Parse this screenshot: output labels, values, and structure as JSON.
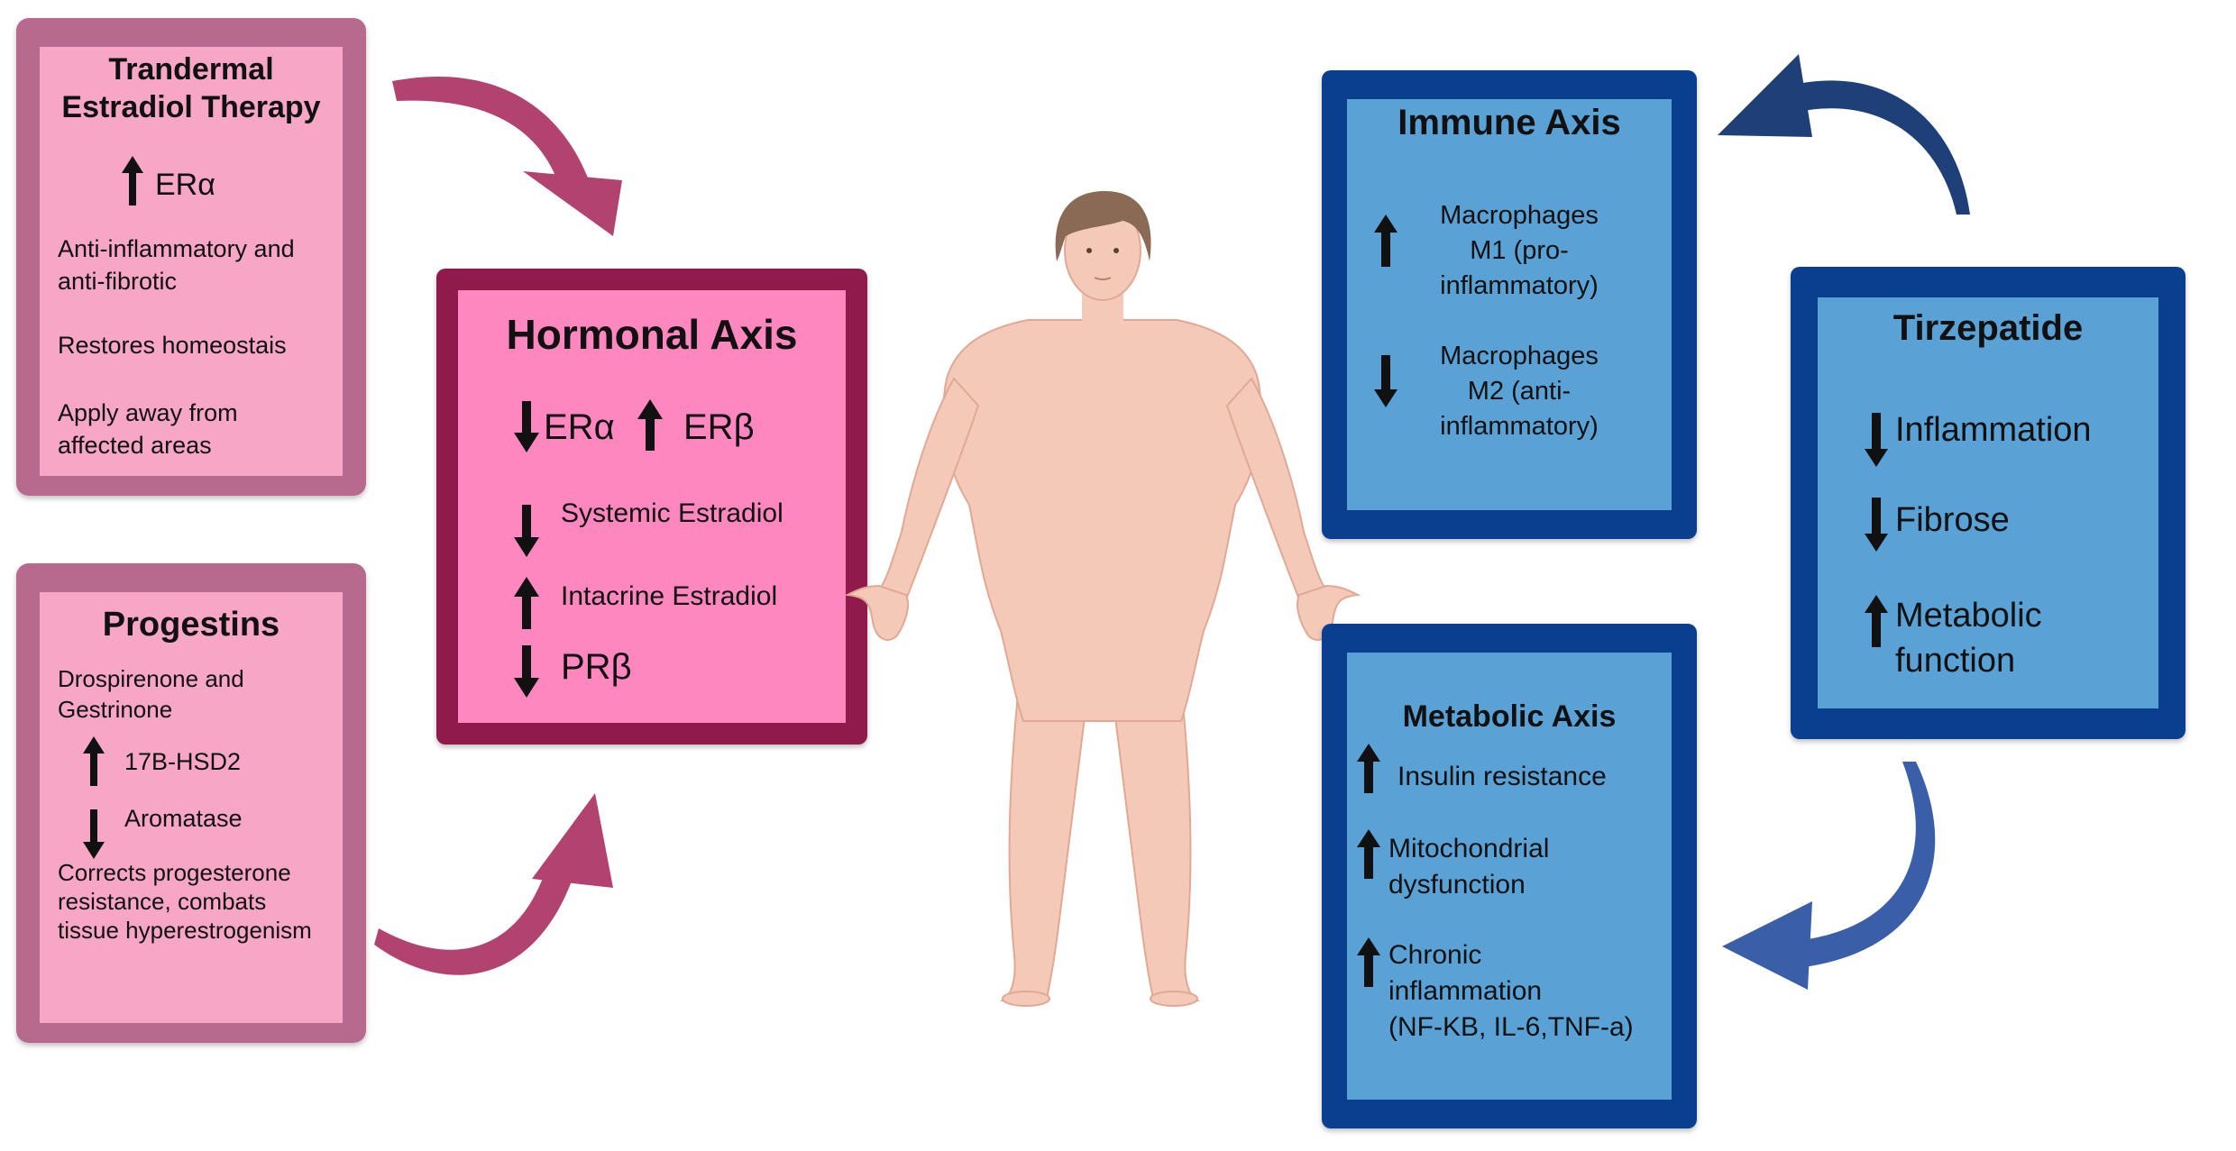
{
  "estradiol_therapy": {
    "title_line1": "Trandermal",
    "title_line2": "Estradiol Therapy",
    "era": "ERα",
    "line1": "Anti-inflammatory and",
    "line2": "anti-fibrotic",
    "line3": "Restores homeostais",
    "line4": "Apply away from",
    "line5": "affected areas"
  },
  "progestins": {
    "title": "Progestins",
    "line1": "Drospirenone and",
    "line2": "Gestrinone",
    "hsd": "17B-HSD2",
    "aromatase": "Aromatase",
    "line3": "Corrects progesterone",
    "line4": "resistance, combats",
    "line5": "tissue hyperestrogenism"
  },
  "hormonal_axis": {
    "title": "Hormonal Axis",
    "era": "ERα",
    "erb": "ERβ",
    "systemic": "Systemic Estradiol",
    "intacrine": "Intacrine Estradiol",
    "prb": "PRβ"
  },
  "immune_axis": {
    "title": "Immune Axis",
    "m1_line1": "Macrophages",
    "m1_line2": "M1 (pro-",
    "m1_line3": "inflammatory)",
    "m2_line1": "Macrophages",
    "m2_line2": "M2 (anti-",
    "m2_line3": "inflammatory)"
  },
  "metabolic_axis": {
    "title": "Metabolic Axis",
    "insulin": "Insulin resistance",
    "mito1": "Mitochondrial",
    "mito2": "dysfunction",
    "chronic1": "Chronic",
    "chronic2": "inflammation",
    "chronic3": "(NF-KB, IL-6,TNF-a)"
  },
  "tirzepatide": {
    "title": "Tirzepatide",
    "inflammation": "Inflammation",
    "fibrose": "Fibrose",
    "metabolic1": "Metabolic",
    "metabolic2": "function"
  },
  "colors": {
    "pink_arrow": "#b2426f",
    "blue_arrow_dark": "#1f3f78",
    "blue_arrow_light": "#3a5ea8"
  }
}
